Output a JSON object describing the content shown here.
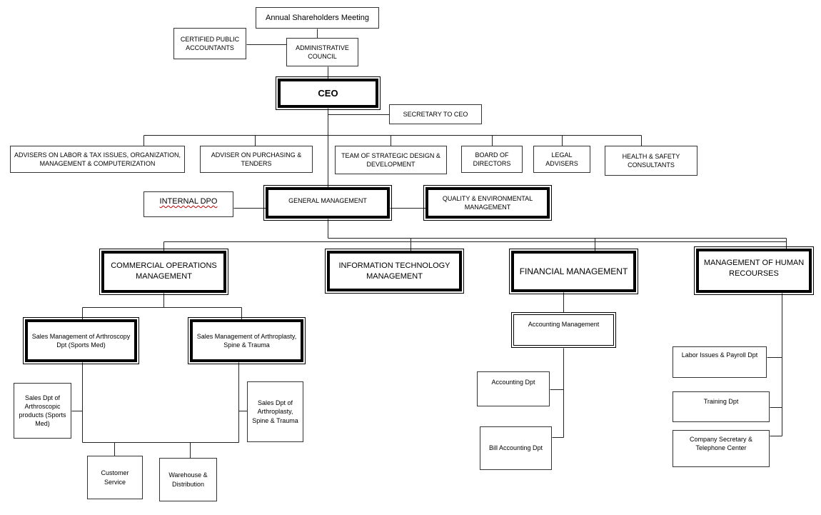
{
  "chart": {
    "shareholders": "Annual Shareholders Meeting",
    "cpa": "CERTIFIED PUBLIC ACCOUNTANTS",
    "admin_council": "ADMINISTRATIVE COUNCIL",
    "ceo": "CEO",
    "secretary": "SECRETARY TO CEO",
    "advisers": {
      "labor_tax": "ADVISERS ON LABOR & TAX ISSUES, ORGANIZATION, MANAGEMENT & COMPUTERIZATION",
      "purchasing": "ADVISER ON PURCHASING & TENDERS",
      "strategic": "TEAM OF STRATEGIC DESIGN & DEVELOPMENT",
      "board": "BOARD OF DIRECTORS",
      "legal": "LEGAL ADVISERS",
      "health_safety": "HEALTH & SAFETY CONSULTANTS"
    },
    "internal_dpo": "INTERNAL  DPO",
    "general_management": "GENERAL MANAGEMENT",
    "quality": "QUALITY & ENVIRONMENTAL MANAGEMENT",
    "commercial": "COMMERCIAL OPERATIONS MANAGEMENT",
    "it": "INFORMATION TECHNOLOGY MANAGEMENT",
    "financial": "FINANCIAL MANAGEMENT",
    "hr": "MANAGEMENT OF HUMAN RECOURSES",
    "sales_arthroscopy": "Sales Management of Arthroscopy Dpt (Sports Med)",
    "sales_arthroplasty": "Sales Management of Arthroplasty,  Spine & Trauma",
    "sales_dpt_arthroscopic": "Sales Dpt of Arthroscopic products (Sports Med)",
    "sales_dpt_arthroplasty": "Sales Dpt of Arthroplasty, Spine & Trauma",
    "customer_service": "Customer Service",
    "warehouse": "Warehouse & Distribution",
    "accounting_management": "Accounting Management",
    "accounting_dpt": "Accounting Dpt",
    "bill_accounting": "Bill Accounting Dpt",
    "labor_issues": "Labor Issues & Payroll Dpt",
    "training": "Training Dpt",
    "company_secretary": "Company Secretary & Telephone Center"
  }
}
